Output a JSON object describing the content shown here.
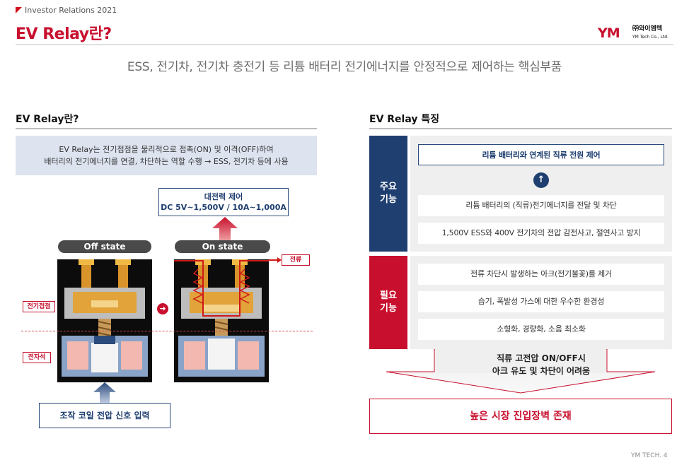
{
  "header": {
    "section_label": "Investor Relations 2021",
    "title": "EV Relay란?",
    "logo_mark": "YM",
    "logo_company": "㈜와이엠텍",
    "logo_company_en": "YM Tech Co., Ltd."
  },
  "subtitle": "ESS, 전기차, 전기차 충전기 등 리튬 배터리 전기에너지를 안정적으로 제어하는 핵심부품",
  "left": {
    "heading": "EV Relay란?",
    "description_line1": "EV Relay는 전기접점을 물리적으로 접촉(ON) 및 이격(OFF)하여",
    "description_line2": "배터리의 전기에너지를 연결, 차단하는 역할 수행 → ESS, 전기차 등에 사용",
    "power_control_title": "대전력 제어",
    "power_control_spec": "DC 5V~1,500V / 10A~1,000A",
    "off_state_label": "Off state",
    "on_state_label": "On state",
    "current_tag": "전류",
    "contact_tag": "전기접점",
    "magnet_tag": "전자석",
    "coil_input_label": "조작 코일 전압 신호 입력"
  },
  "right": {
    "heading": "EV Relay 특징",
    "main_group_label_1": "주요",
    "main_group_label_2": "기능",
    "main_features": [
      "리튬 배터리와 연계된 직류 전원 제어",
      "리튬 배터리의 (직류)전기에너지를 전달 및 차단",
      "1,500V ESS와 400V 전기차의 전압 감전사고, 절연사고 방지"
    ],
    "req_group_label_1": "필요",
    "req_group_label_2": "기능",
    "required_features": [
      "전류 차단시 발생하는 아크(전기불꽃)를 제거",
      "습기, 폭발성 가스에 대한 우수한 환경성",
      "소형화, 경량화, 소음 최소화"
    ],
    "funnel_line1": "직류 고전압 ON/OFF시",
    "funnel_line2": "아크 유도 및 차단이 어려움",
    "conclusion": "높은 시장 진입장벽 존재"
  },
  "footer": {
    "page_number": "YM TECH. 4"
  },
  "colors": {
    "brand_red": "#c8102e",
    "navy": "#1f3f70",
    "main_group_bg": "#1f3f70",
    "required_group_bg": "#c8102e"
  }
}
